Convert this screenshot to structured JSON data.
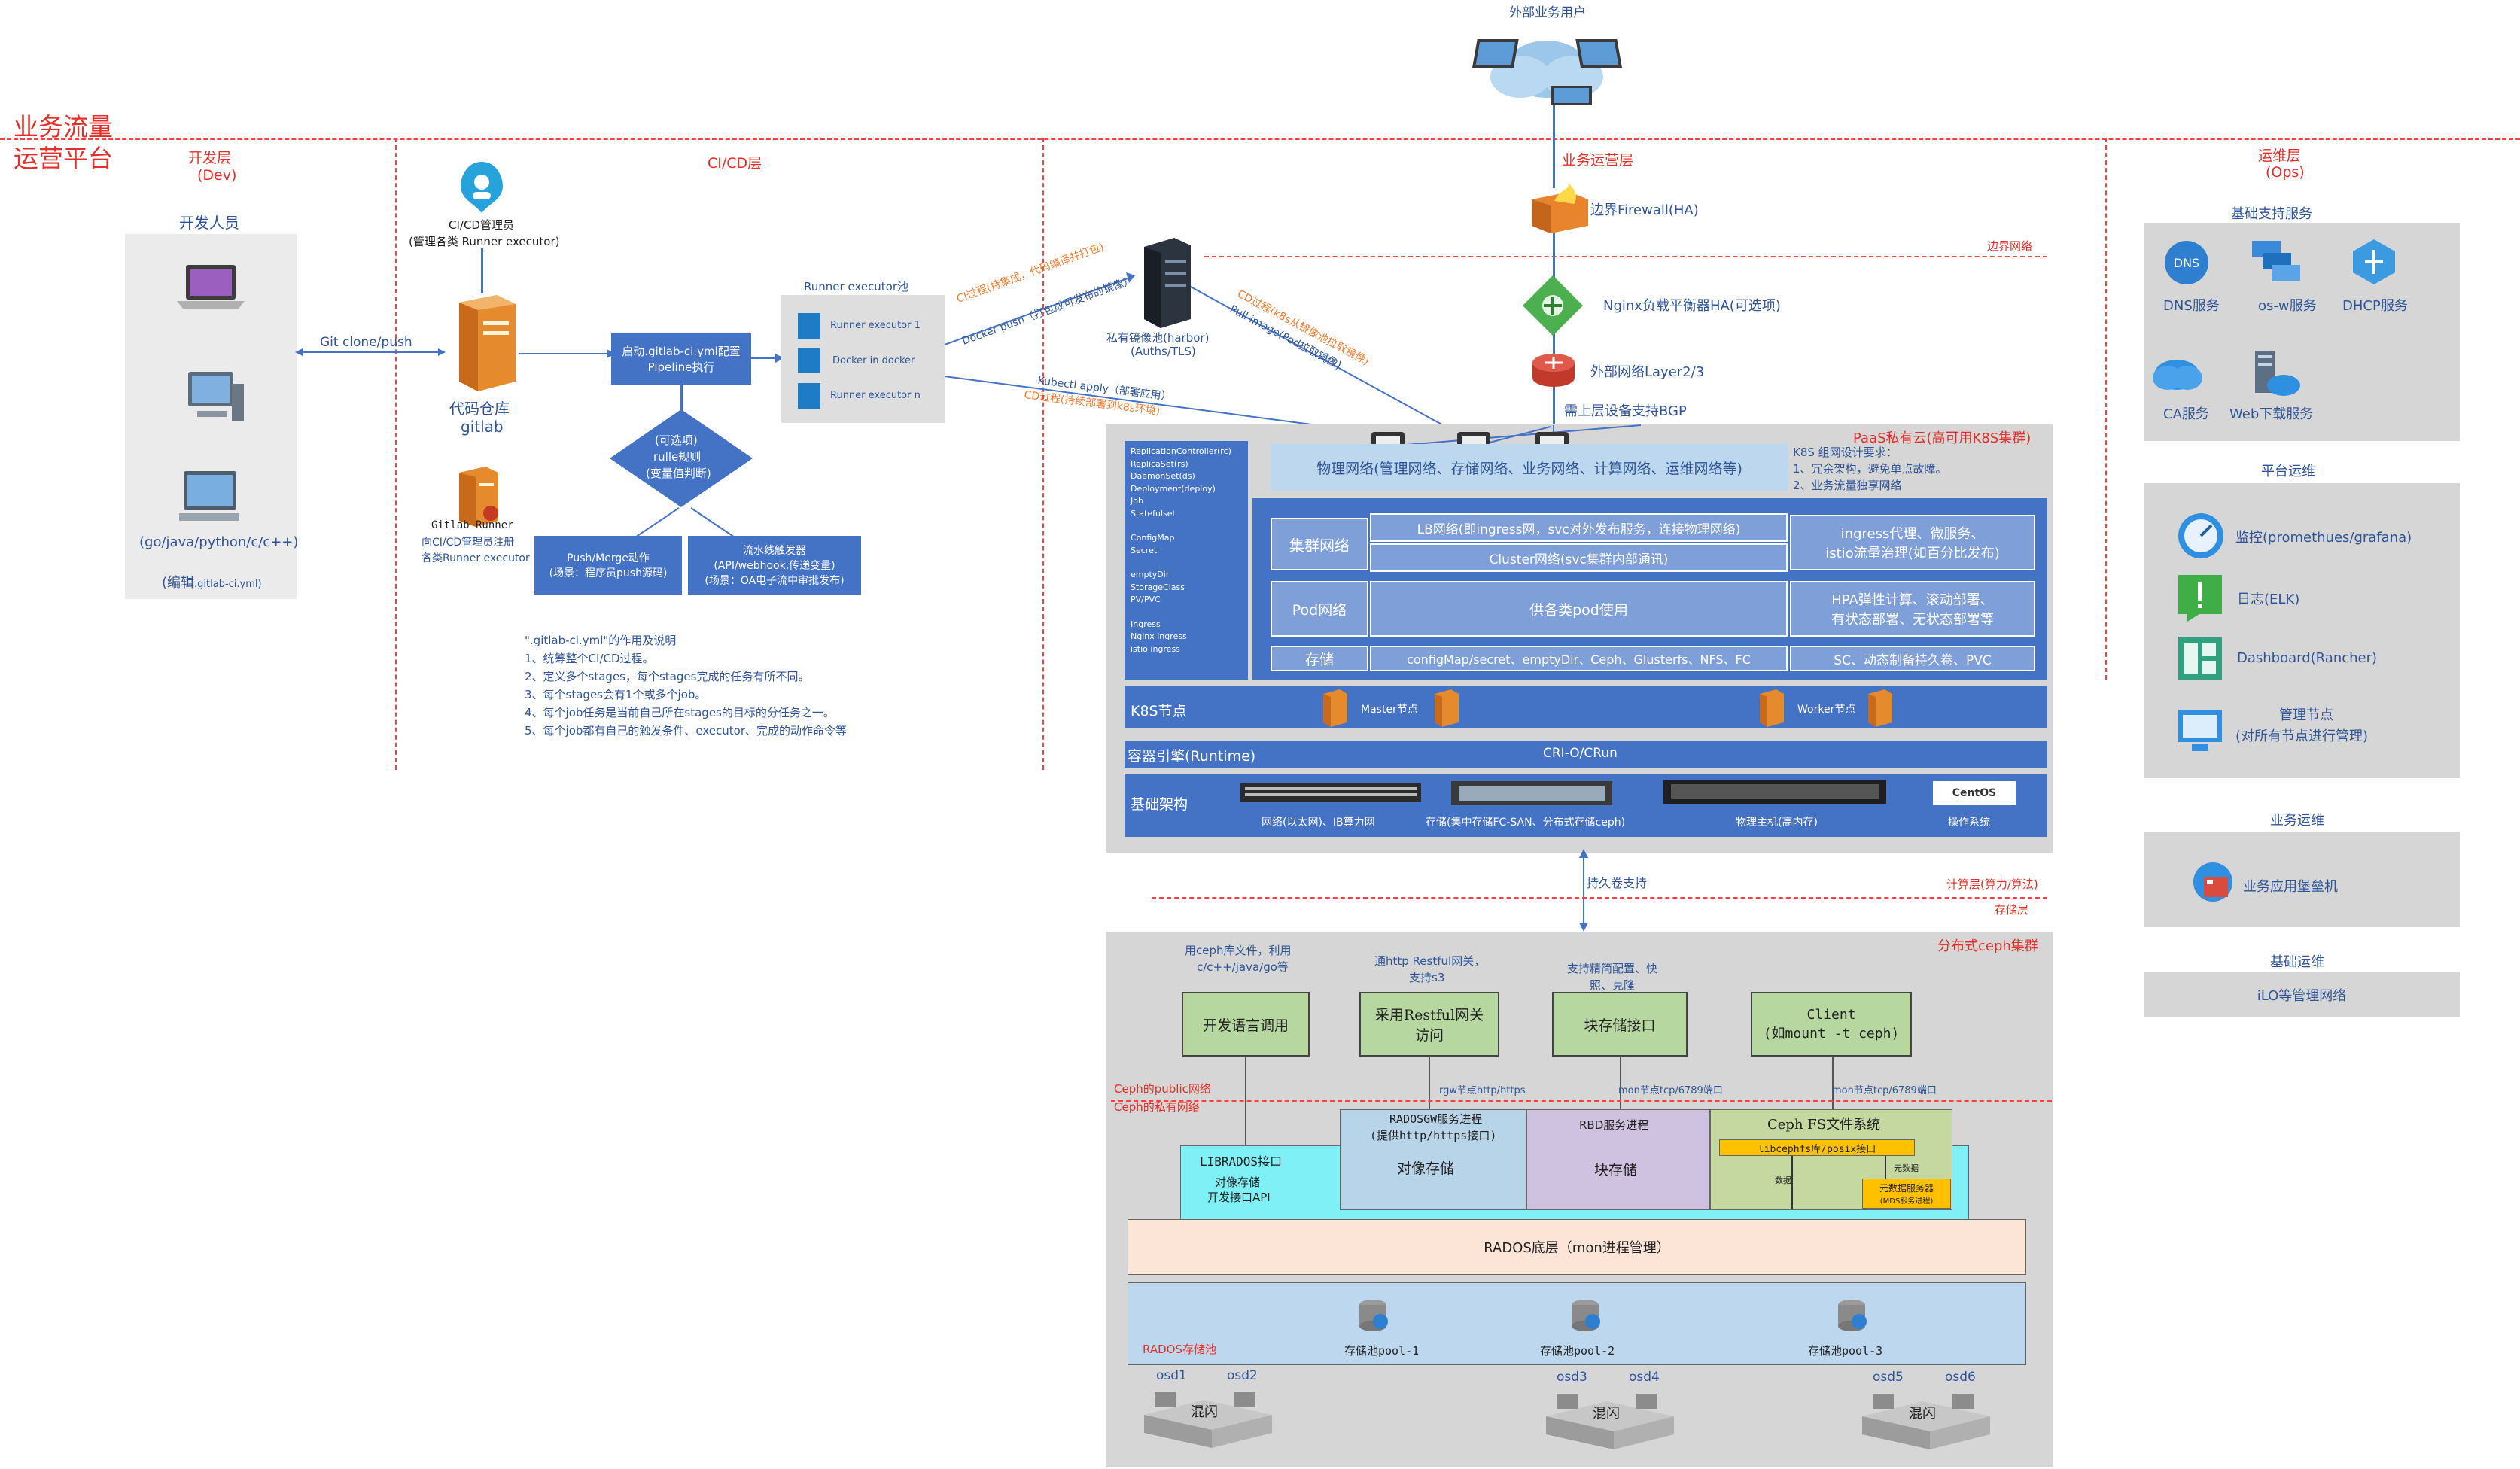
{
  "headline": {
    "line1": "业务流量",
    "line2": "运营平台"
  },
  "sections": {
    "dev": {
      "title": "开发层",
      "sub": "(Dev)"
    },
    "cicd": {
      "title": "CI/CD层"
    },
    "biz": {
      "title": "业务运营层"
    },
    "ops": {
      "title": "运维层",
      "sub": "(Ops)"
    }
  },
  "external_user": "外部业务用户",
  "dev": {
    "title": "开发人员",
    "languages": "(go/java/python/c/c++)",
    "edit_prefix": "(编辑",
    "edit_file": ".gitlab-ci.yml)"
  },
  "git_clone": "Git clone/push",
  "cicd_admin": {
    "line1": "CI/CD管理员",
    "line2": "(管理各类 Runner executor)"
  },
  "repo": {
    "line1": "代码仓库",
    "line2": "gitlab"
  },
  "gitlab_runner": {
    "line1": "Gitlab Runner",
    "line2": "向CI/CD管理员注册",
    "line3": "各类Runner executor"
  },
  "pipeline": {
    "line1": "启动.gitlab-ci.yml配置",
    "line2": "Pipeline执行"
  },
  "rules": {
    "line1": "(可选项)",
    "line2": "rulle规则",
    "line3": "(变量值判断)"
  },
  "push_merge": {
    "line1": "Push/Merge动作",
    "line2": "(场景：程序员push源码)"
  },
  "trigger": {
    "line1": "流水线触发器",
    "line2": "(API/webhook,传递变量)",
    "line3": "(场景：OA电子流中审批发布)"
  },
  "runner_pool": {
    "title": "Runner executor池",
    "items": [
      "Runner executor 1",
      "Docker in docker",
      "Runner executor n"
    ]
  },
  "notes": {
    "title": "\".gitlab-ci.yml\"的作用及说明",
    "items": [
      "1、统筹整个CI/CD过程。",
      "2、定义多个stages，每个stages完成的任务有所不同。",
      "3、每个stages会有1个或多个job。",
      "4、每个job任务是当前自己所在stages的目标的分任务之一。",
      "5、每个job都有自己的触发条件、executor、完成的动作命令等"
    ]
  },
  "arrows": {
    "ci_process": "CI过程(持集成，代码编译并打包)",
    "docker_push": "Docker push（打包成可发布的镜像）",
    "cd_pull": "CD过程(k8s从镜像池拉取镜像)",
    "pull_image": "Pull image(Pod拉取镜像)",
    "kubectl_apply": "Kubectl apply（部署应用）",
    "cd_deploy": "CD过程(持续部署到k8s环境)"
  },
  "harbor": {
    "line1": "私有镜像池(harbor)",
    "line2": "(Auths/TLS)"
  },
  "firewall": "边界Firewall(HA)",
  "border_net": "边界网络",
  "nginx": "Nginx负载平衡器HA(可选项)",
  "l23": "外部网络Layer2/3",
  "bgp": "需上层设备支持BGP",
  "paas": {
    "title": "PaaS私有云(高可用K8S集群)",
    "k8s_resources": [
      "ReplicationController(rc)",
      "ReplicaSet(rs)",
      "DaemonSet(ds)",
      "Deployment(deploy)",
      "Job",
      "Statefulset",
      "",
      "ConfigMap",
      "Secret",
      "",
      "emptyDir",
      "StorageClass",
      "PV/PVC",
      "",
      "Ingress",
      "Nginx ingress",
      "istio ingress"
    ],
    "physical_net": "物理网络(管理网络、存储网络、业务网络、计算网络、运维网络等)",
    "k8s_req": {
      "title": "K8S 组网设计要求：",
      "l1": "1、冗余架构，避免单点故障。",
      "l2": "2、业务流量独享网络"
    },
    "cluster_net": "集群网络",
    "lb_net": "LB网络(即ingress网，svc对外发布服务，连接物理网络)",
    "cluster_net2": "Cluster网络(svc集群内部通讯)",
    "ingress_proxy": {
      "l1": "ingress代理、微服务、",
      "l2": "istio流量治理(如百分比发布)"
    },
    "pod_net": "Pod网络",
    "pod_use": "供各类pod使用",
    "hpa": {
      "l1": "HPA弹性计算、滚动部署、",
      "l2": "有状态部署、无状态部署等"
    },
    "storage": "存储",
    "storage_types": "configMap/secret、emptyDir、Ceph、Glusterfs、NFS、FC",
    "sc": "SC、动态制备持久卷、PVC",
    "k8s_node": "K8S节点",
    "master": "Master节点",
    "worker": "Worker节点",
    "runtime": "容器引擎(Runtime)",
    "cri": "CRI-O/CRun",
    "infra": "基础架构",
    "infra_labels": [
      "网络(以太网)、IB算力网",
      "存储(集中存储FC-SAN、分布式存储ceph)",
      "物理主机(高内存)",
      "操作系统"
    ],
    "centos": "CentOS"
  },
  "persist": "持久卷支持",
  "compute_layer": "计算层(算力/算法)",
  "storage_layer": "存储层",
  "ceph": {
    "title": "分布式ceph集群",
    "top_notes": [
      {
        "l1": "用ceph库文件，利用",
        "l2": "c/c++/java/go等"
      },
      {
        "l1": "通http Restful网关，",
        "l2": "支持s3"
      },
      {
        "l1": "支持精简配置、快",
        "l2": "照、克隆"
      },
      {
        "l1": "",
        "l2": ""
      }
    ],
    "boxes": [
      {
        "l1": "开发语言调用",
        "l2": ""
      },
      {
        "l1": "采用Restful网关",
        "l2": "访问"
      },
      {
        "l1": "块存储接口",
        "l2": ""
      },
      {
        "l1": "Client",
        "l2": "(如mount -t ceph)"
      }
    ],
    "port_labels": [
      "rgw节点http/https",
      "mon节点tcp/6789端口",
      "mon节点tcp/6789端口"
    ],
    "public_net": "Ceph的public网络",
    "private_net": "Ceph的私有网络",
    "librados": {
      "l1": "LIBRADOS接口",
      "l2": "对像存储",
      "l3": "开发接口API"
    },
    "radosgw": {
      "l1": "RADOSGW服务进程",
      "l2": "(提供http/https接口)",
      "l3": "对像存储"
    },
    "rbd": {
      "l1": "RBD服务进程",
      "l2": "块存储"
    },
    "cephfs": {
      "l1": "Ceph FS文件系统",
      "lib": "libcephfs库/posix接口",
      "meta": "元数据",
      "data": "数据",
      "mds1": "元数据服务器",
      "mds2": "(MDS服务进程)"
    },
    "rados": "RADOS底层（mon进程管理）",
    "pool_title": "RADOS存储池",
    "pools": [
      "存储池pool-1",
      "存储池pool-2",
      "存储池pool-3"
    ],
    "osds": [
      "osd1",
      "osd2",
      "osd3",
      "osd4",
      "osd5",
      "osd6"
    ],
    "mixed": "混闪"
  },
  "ops": {
    "base_title": "基础支持服务",
    "base_items": [
      "DNS服务",
      "os-w服务",
      "DHCP服务",
      "CA服务",
      "Web下载服务"
    ],
    "dns_icon_text": "DNS",
    "platform_title": "平台运维",
    "platform_items": [
      "监控(promethues/grafana)",
      "日志(ELK)",
      "Dashboard(Rancher)"
    ],
    "mgmt": {
      "l1": "管理节点",
      "l2": "(对所有节点进行管理)"
    },
    "biz_title": "业务运维",
    "biz_item": "业务应用堡垒机",
    "infra_title": "基础运维",
    "infra_item": "iLO等管理网络"
  },
  "colors": {
    "accent": "#4472c4",
    "dash": "#ff4040",
    "grey_panel": "#d9d9d9"
  }
}
